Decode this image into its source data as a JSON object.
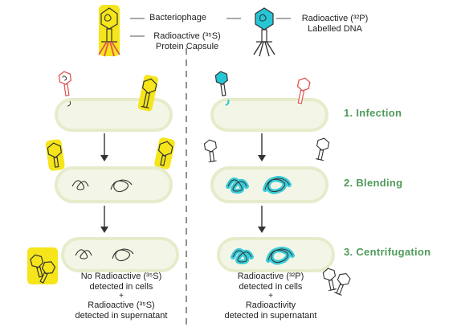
{
  "legend": {
    "bacteriophage": "Bacteriophage",
    "protein_label": "Radioactive (³⁵S)\nProtein Capsule",
    "dna_label": "Radioactive (³²P)\nLabelled DNA"
  },
  "steps": {
    "infection": "1. Infection",
    "blending": "2. Blending",
    "centrifugation": "3. Centrifugation"
  },
  "results": {
    "left_cells": "No Radioactive (³⁵S)\ndetected in cells",
    "left_plus": "+",
    "left_supernatant": "Radioactive (³⁵S)\ndetected in supernatant",
    "right_cells": "Radioactive (³²P)\ndetected in cells",
    "right_plus": "+",
    "right_supernatant": "Radioactivity\ndetected in supernatant"
  },
  "colors": {
    "highlight_yellow": "#f5e51a",
    "highlight_cyan": "#27c6d6",
    "cell_fill": "#f3f6e6",
    "cell_stroke": "#e6eccb",
    "step_green": "#4f9a5a",
    "phage_red": "#e05555"
  }
}
